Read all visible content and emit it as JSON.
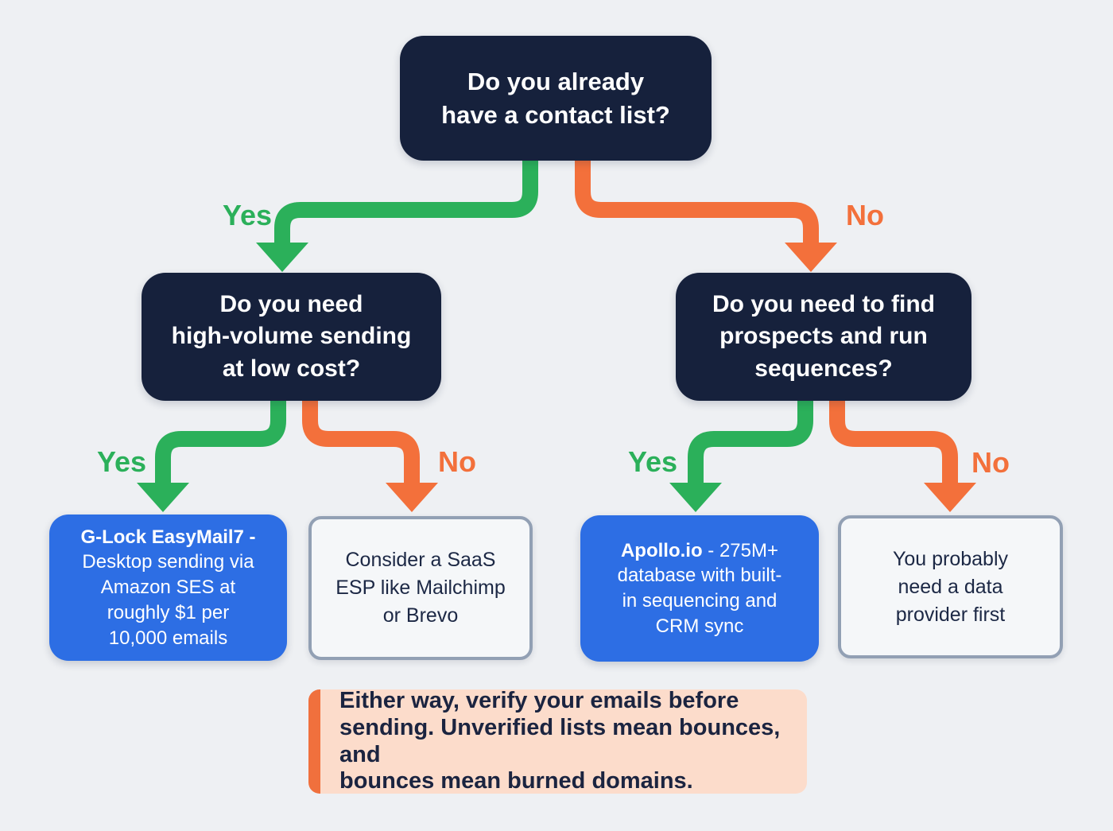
{
  "palette": {
    "background": "#eef0f3",
    "question_box_bg": "#16213c",
    "question_text": "#ffffff",
    "yes_green": "#2bb05a",
    "no_orange": "#f3703b",
    "recommendation_bg": "#2d6ee4",
    "recommendation_text": "#ffffff",
    "neutral_box_bg": "#f5f7f9",
    "neutral_box_border": "#92a0b4",
    "dark_text": "#1c2845",
    "note_bg": "#fcdccb",
    "note_bar": "#f0703d"
  },
  "labels": {
    "yes": "Yes",
    "no": "No"
  },
  "questions": {
    "root": "Do you already\nhave a contact list?",
    "left": "Do you need\nhigh-volume sending\nat low cost?",
    "right": "Do you need to find\nprospects and run\nsequences?"
  },
  "outcomes": {
    "left_yes": {
      "tool": "G-Lock EasyMail7 -",
      "description": "\nDesktop sending via\nAmazon SES at\nroughly $1 per\n10,000 emails"
    },
    "left_no": {
      "text": "Consider a SaaS\nESP like Mailchimp\nor Brevo"
    },
    "right_yes": {
      "tool": "Apollo.io",
      "description": " - 275M+\ndatabase with built-\nin sequencing and\nCRM sync"
    },
    "right_no": {
      "text": "You probably\nneed a data\nprovider first"
    }
  },
  "note": "Either way, verify your emails before\nsending. Unverified lists mean bounces, and\nbounces mean burned domains."
}
